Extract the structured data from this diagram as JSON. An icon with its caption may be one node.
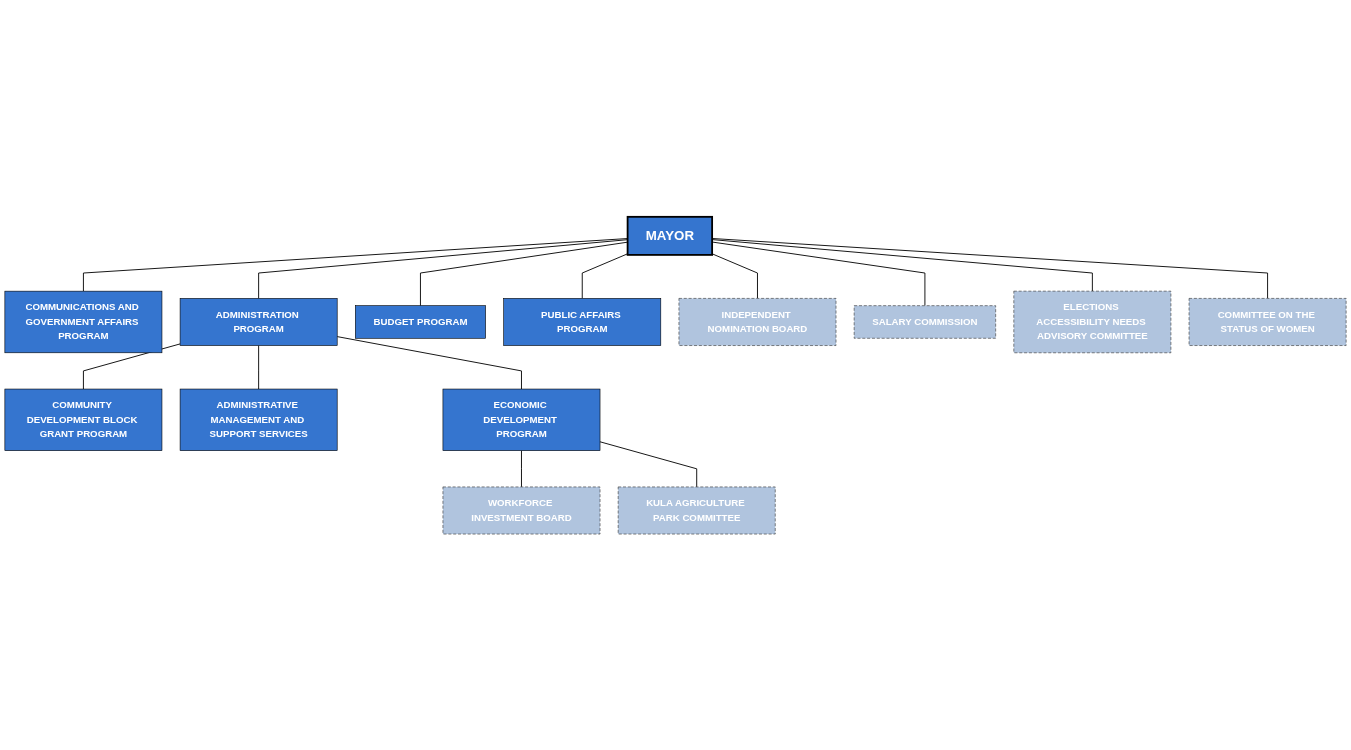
{
  "diagram": {
    "nodes": [
      {
        "text": [
          "MAYOR"
        ]
      },
      {
        "text": [
          "COMMUNICATIONS AND GOVERNMENT AFFAIRS PROGRAM"
        ]
      },
      {
        "text": [
          "ADMINISTRATION PROGRAM"
        ]
      },
      {
        "text": [
          "BUDGET PROGRAM"
        ]
      },
      {
        "text": [
          "PUBLIC AFFAIRS PROGRAM"
        ]
      },
      {
        "text": [
          "INDEPENDENT NOMINATION BOARD"
        ]
      },
      {
        "text": [
          "SALARY COMMISSION"
        ]
      },
      {
        "text": [
          "ELECTIONS ACCESSIBILITY NEEDS ADVISORY COMMITTEE"
        ]
      },
      {
        "text": [
          "COMMITTEE ON THE STATUS OF WOMEN"
        ]
      },
      {
        "text": [
          "COMMUNITY DEVELOPMENT BLOCK GRANT PROGRAM"
        ]
      },
      {
        "text": [
          "ADMINISTRATIVE MANAGEMENT AND SUPPORT SERVICES"
        ]
      },
      {
        "text": [
          "ECONOMIC DEVELOPMENT PROGRAM"
        ]
      },
      {
        "text": [
          "WORKFORCE INVESTMENT BOARD"
        ]
      },
      {
        "text": [
          "KULA AGRICULTURE PARK COMMITTEE"
        ]
      }
    ],
    "edges": [
      {
        "from": 0,
        "to": 1,
        "arrow": "none"
      },
      {
        "from": 0,
        "to": 2,
        "arrow": "none"
      },
      {
        "from": 0,
        "to": 3,
        "arrow": "none"
      },
      {
        "from": 0,
        "to": 4,
        "arrow": "none"
      },
      {
        "from": 0,
        "to": 5,
        "arrow": "none"
      },
      {
        "from": 0,
        "to": 6,
        "arrow": "none"
      },
      {
        "from": 0,
        "to": 7,
        "arrow": "none"
      },
      {
        "from": 0,
        "to": 8,
        "arrow": "none"
      },
      {
        "from": 2,
        "to": 9,
        "arrow": "none"
      },
      {
        "from": 2,
        "to": 10,
        "arrow": "none"
      },
      {
        "from": 2,
        "to": 11,
        "arrow": "none"
      },
      {
        "from": 11,
        "to": 12,
        "arrow": "none"
      },
      {
        "from": 11,
        "to": 13,
        "arrow": "none"
      }
    ]
  }
}
